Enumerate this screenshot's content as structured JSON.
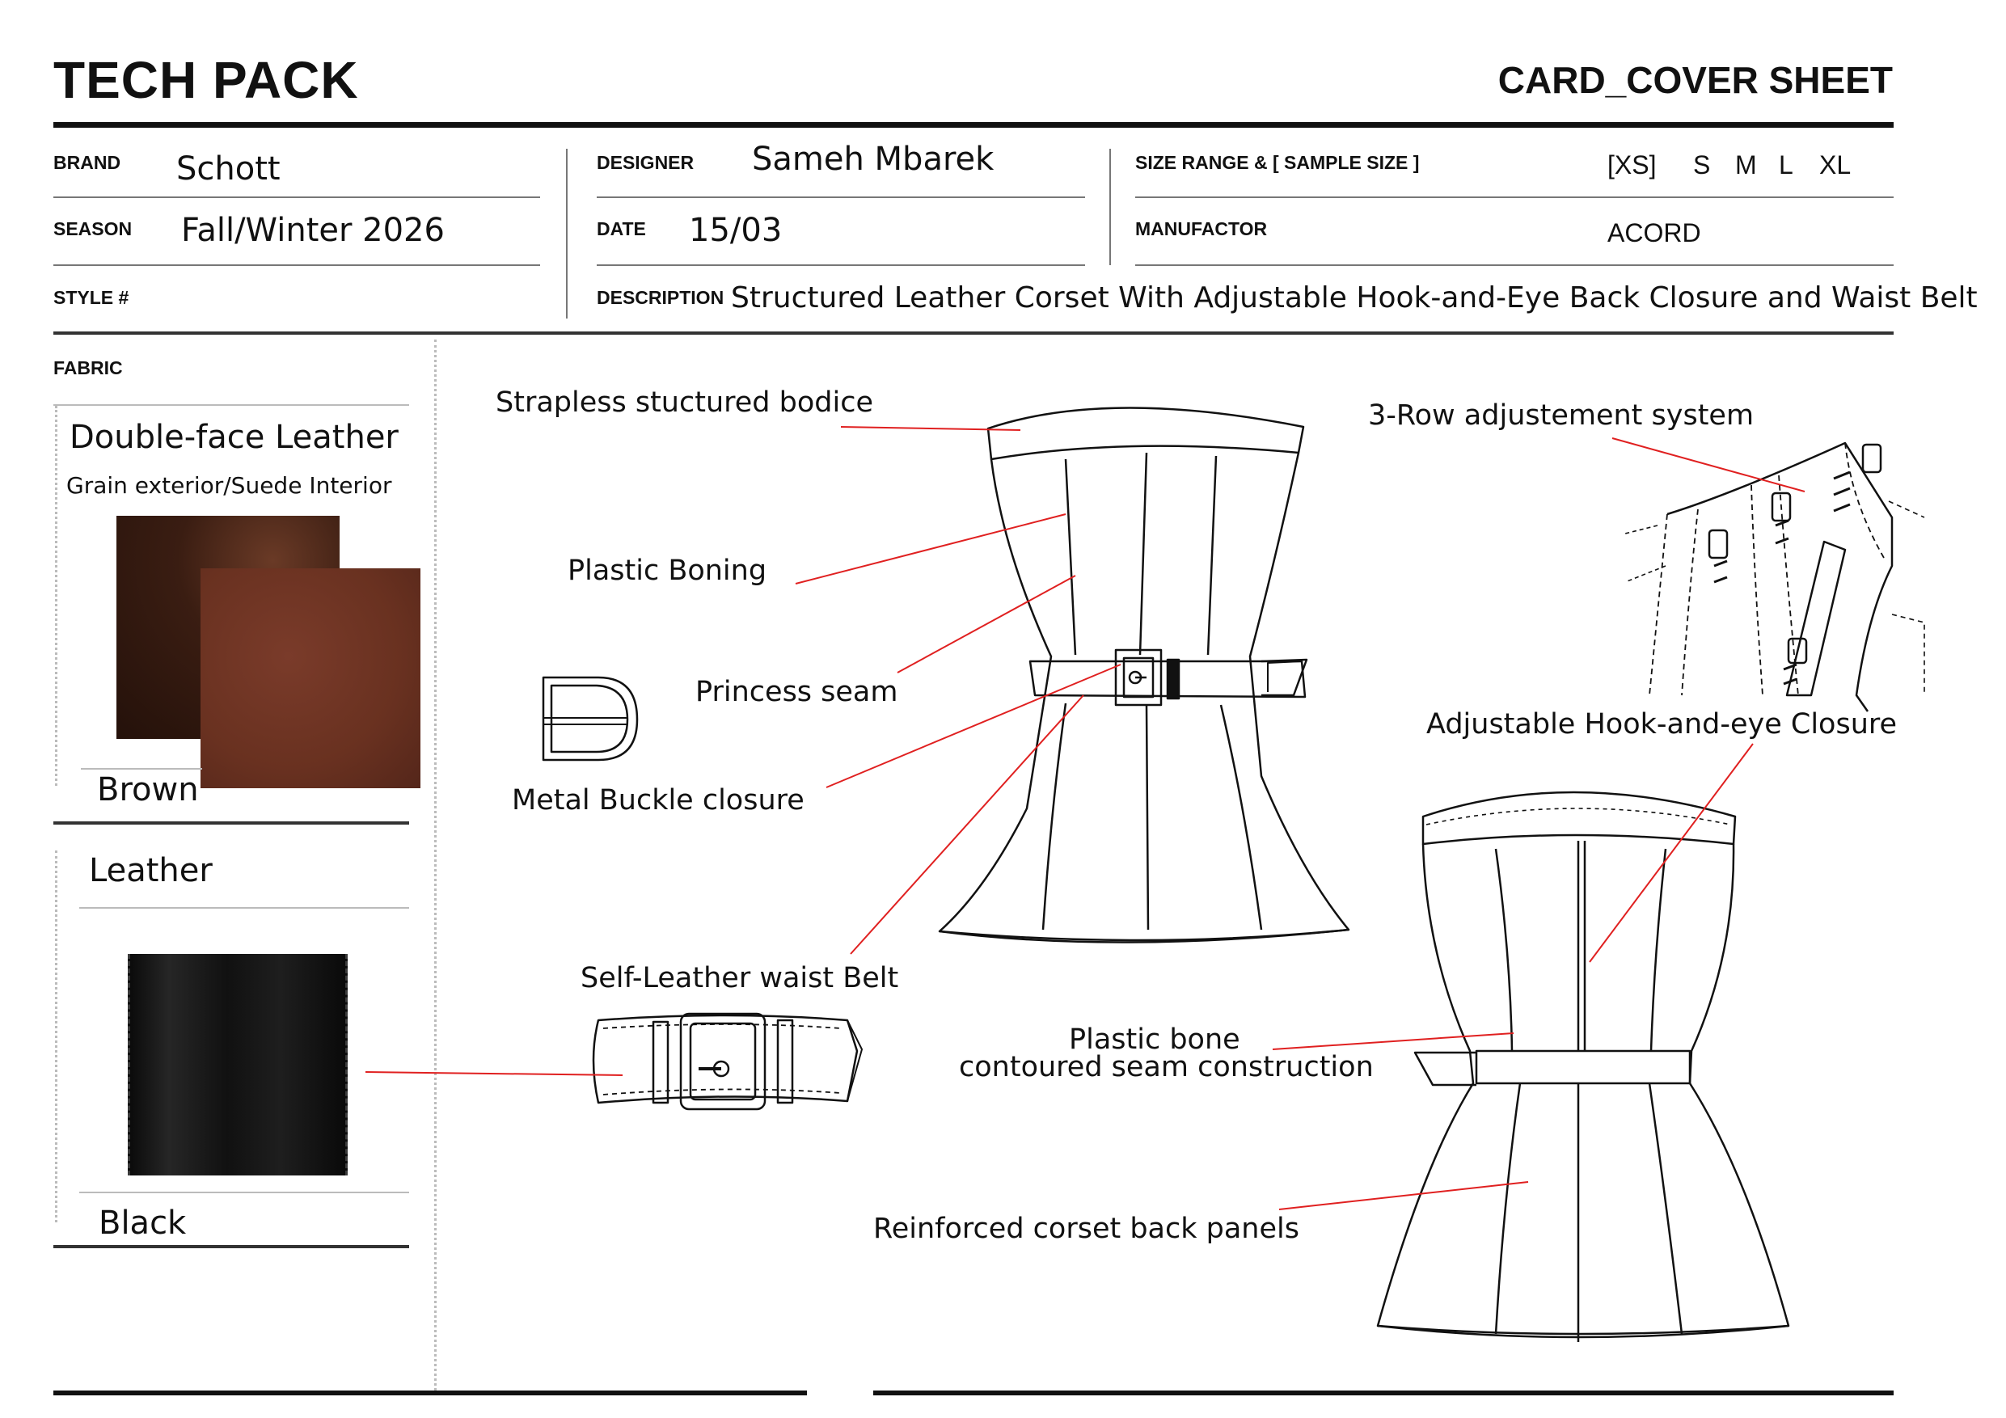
{
  "header": {
    "title": "TECH PACK",
    "sheet_title": "CARD_COVER SHEET"
  },
  "info": {
    "brand_label": "BRAND",
    "brand_value": "Schott",
    "season_label": "SEASON",
    "season_value": "Fall/Winter 2026",
    "style_label": "STYLE #",
    "style_value": "",
    "designer_label": "DESIGNER",
    "designer_value": "Sameh Mbarek",
    "date_label": "DATE",
    "date_value": "15/03",
    "description_label": "DESCRIPTION",
    "description_value": "Structured Leather Corset With Adjustable Hook-and-Eye Back Closure and Waist Belt",
    "size_range_label": "SIZE RANGE & [ SAMPLE SIZE ]",
    "sizes": [
      "[XS]",
      "S",
      "M",
      "L",
      "XL"
    ],
    "manufacturer_label": "MANUFACTOR",
    "manufacturer_value": "ACORD"
  },
  "fabric": {
    "label": "FABRIC",
    "items": [
      {
        "name": "Double-face Leather",
        "detail": "Grain exterior/Suede Interior",
        "color": "Brown",
        "swatch_colors": [
          "#3b2016",
          "#6e3424"
        ]
      },
      {
        "name": "Leather",
        "detail": "",
        "color": "Black",
        "swatch_colors": [
          "#141414"
        ]
      }
    ]
  },
  "annotations": {
    "strapless_bodice": "Strapless stuctured bodice",
    "plastic_boning": "Plastic Boning",
    "princess_seam": "Princess seam",
    "metal_buckle": "Metal Buckle closure",
    "waist_belt": "Self-Leather waist Belt",
    "row_adjustment": "3-Row adjustement system",
    "hook_eye_closure": "Adjustable Hook-and-eye Closure",
    "plastic_bone_line1": "Plastic bone",
    "plastic_bone_line2": "contoured seam construction",
    "back_panels": "Reinforced corset back panels"
  },
  "colors": {
    "callout_line": "#e02020",
    "rule": "#111111"
  },
  "icons": [
    "buckle-icon",
    "corset-front-sketch",
    "corset-back-sketch",
    "hook-eye-detail-sketch",
    "belt-sketch"
  ]
}
